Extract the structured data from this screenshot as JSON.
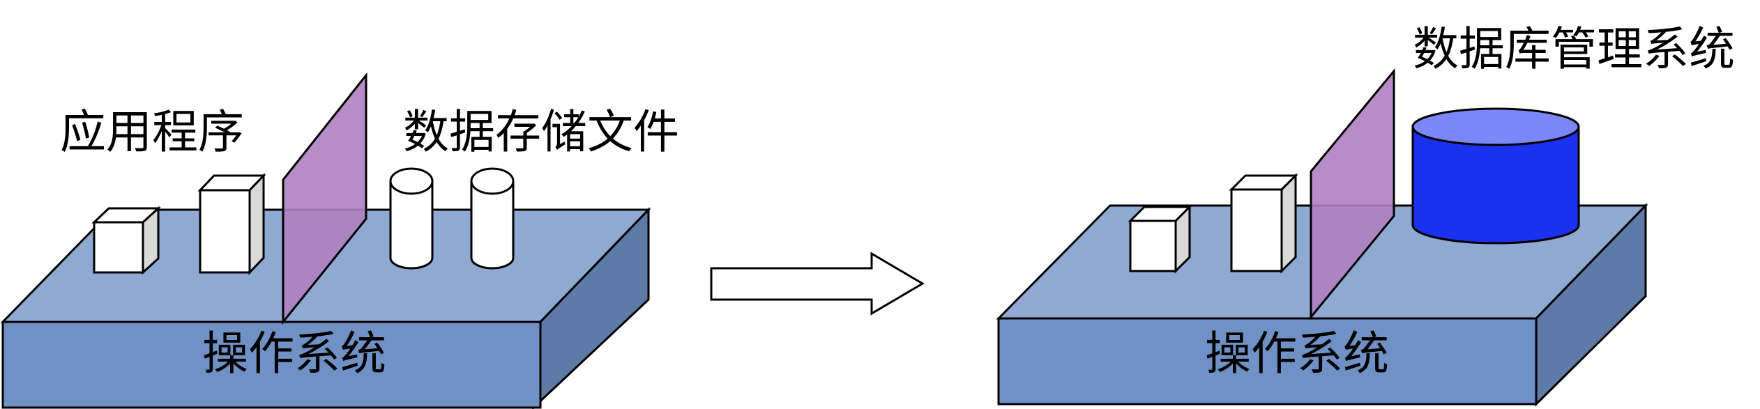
{
  "left_scene": {
    "app_label": "应用程序",
    "file_label": "数据存储文件",
    "os_label": "操作系统"
  },
  "right_scene": {
    "dbms_label": "数据库管理系统",
    "os_label": "操作系统"
  },
  "colors": {
    "platform_top": "#8ea9d2",
    "platform_front": "#6f91c5",
    "platform_side": "#5e7aa6",
    "partition": "#b07fc0",
    "database": "#1a32f0",
    "database_top": "#7b86f7",
    "outline": "#000000",
    "box_face": "#ffffff",
    "box_side": "#d9d9d9"
  }
}
